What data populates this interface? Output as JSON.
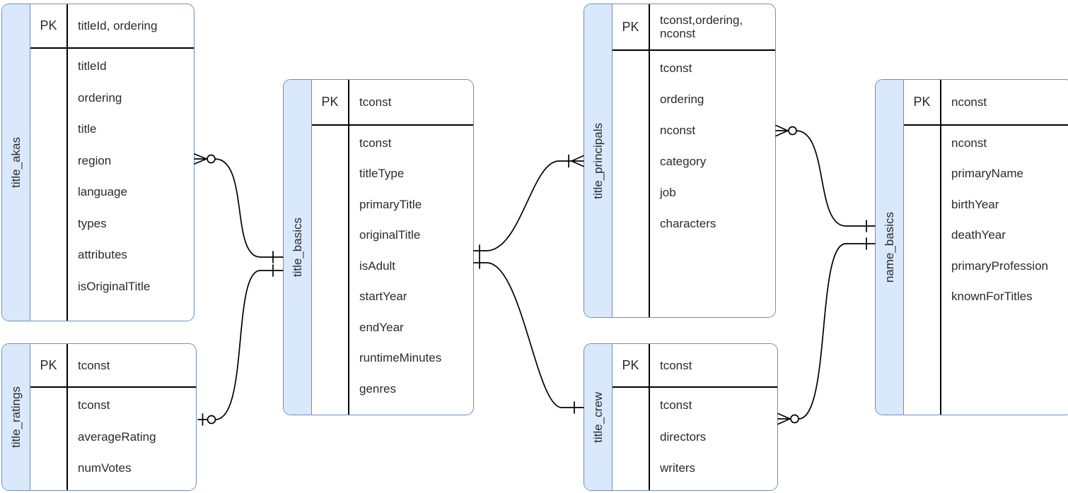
{
  "diagram": {
    "type": "entity-relationship",
    "notation": "crow's foot",
    "colors": {
      "table_band_fill": "#dae8fc",
      "table_border": "#6c8ebf",
      "table_body_fill": "#ffffff",
      "divider_line": "#000000",
      "connector_line": "#000000",
      "text": "#2b2b2b",
      "background": "#ffffff"
    }
  },
  "tables": [
    {
      "name": "title_akas",
      "pk_label": "PK",
      "pk_fields": "titleId, ordering",
      "fields": [
        "titleId",
        "ordering",
        "title",
        "region",
        "language",
        "types",
        "attributes",
        "isOriginalTitle"
      ]
    },
    {
      "name": "title_ratings",
      "pk_label": "PK",
      "pk_fields": "tconst",
      "fields": [
        "tconst",
        "averageRating",
        "numVotes"
      ]
    },
    {
      "name": "title_basics",
      "pk_label": "PK",
      "pk_fields": "tconst",
      "fields": [
        "tconst",
        "titleType",
        "primaryTitle",
        "originalTitle",
        "isAdult",
        "startYear",
        "endYear",
        "runtimeMinutes",
        "genres"
      ]
    },
    {
      "name": "title_principals",
      "pk_label": "PK",
      "pk_fields": "tconst,ordering,\nnconst",
      "fields": [
        "tconst",
        "ordering",
        "nconst",
        "category",
        "job",
        "characters"
      ]
    },
    {
      "name": "title_crew",
      "pk_label": "PK",
      "pk_fields": "tconst",
      "fields": [
        "tconst",
        "directors",
        "writers"
      ]
    },
    {
      "name": "name_basics",
      "pk_label": "PK",
      "pk_fields": "nconst",
      "fields": [
        "nconst",
        "primaryName",
        "birthYear",
        "deathYear",
        "primaryProfession",
        "knownForTitles"
      ]
    }
  ],
  "relationships": [
    {
      "from": "title_akas",
      "from_cardinality": "zero-or-many",
      "to": "title_basics",
      "to_cardinality": "one"
    },
    {
      "from": "title_ratings",
      "from_cardinality": "zero-or-one",
      "to": "title_basics",
      "to_cardinality": "one"
    },
    {
      "from": "title_basics",
      "from_cardinality": "one",
      "to": "title_principals",
      "to_cardinality": "one-or-many"
    },
    {
      "from": "title_basics",
      "from_cardinality": "one",
      "to": "title_crew",
      "to_cardinality": "one"
    },
    {
      "from": "title_principals",
      "from_cardinality": "zero-or-many",
      "to": "name_basics",
      "to_cardinality": "one"
    },
    {
      "from": "title_crew",
      "from_cardinality": "zero-or-many",
      "to": "name_basics",
      "to_cardinality": "one"
    }
  ]
}
